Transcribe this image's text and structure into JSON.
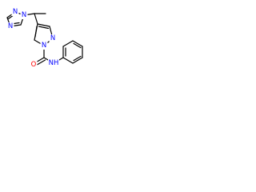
{
  "molecule": {
    "atoms": {
      "n_triazole_1": {
        "symbol": "N",
        "color": "#0000ff"
      },
      "n_triazole_2": {
        "symbol": "N",
        "color": "#0000ff"
      },
      "n_triazole_4": {
        "symbol": "N",
        "color": "#0000ff"
      },
      "n_pyrazole_1": {
        "symbol": "N",
        "color": "#0000ff"
      },
      "n_pyrazole_2": {
        "symbol": "N",
        "color": "#0000ff"
      },
      "o_carbonyl": {
        "symbol": "O",
        "color": "#ff0000"
      },
      "nh_amide": {
        "symbol": "NH",
        "color": "#0000ff"
      }
    },
    "bond_color": "#000000"
  }
}
